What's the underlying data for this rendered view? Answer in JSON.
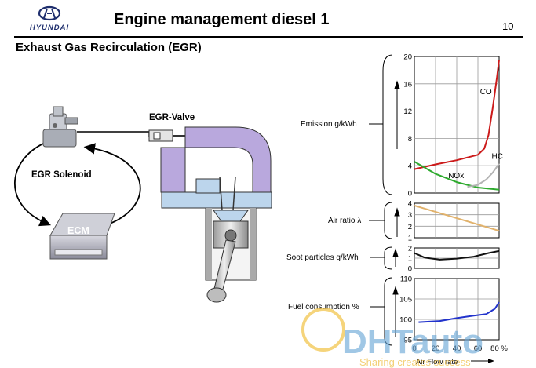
{
  "header": {
    "brand": "HYUNDAI",
    "title": "Engine management diesel 1",
    "page_number": "10",
    "subtitle": "Exhaust Gas Recirculation (EGR)"
  },
  "schematic": {
    "egr_valve_label": "EGR-Valve",
    "egr_solenoid_label": "EGR Solenoid",
    "ecm_label": "ECM"
  },
  "panels": {
    "emission": {
      "label": "Emission g/kWh",
      "ticks": [
        "0",
        "4",
        "8",
        "12",
        "16",
        "20"
      ],
      "ylim": [
        0,
        20
      ],
      "series": [
        {
          "name": "CO",
          "color": "#cc1b1b",
          "x": [
            0,
            1,
            2,
            3,
            3.3,
            3.5,
            3.7,
            3.9,
            4
          ],
          "y": [
            3.5,
            4.2,
            4.8,
            5.6,
            6.5,
            8.5,
            12.5,
            17,
            19.5
          ]
        },
        {
          "name": "NOx",
          "color": "#2eaa2e",
          "x": [
            0,
            1,
            2,
            3,
            4
          ],
          "y": [
            4.6,
            2.8,
            1.6,
            0.8,
            0.5
          ]
        },
        {
          "name": "HC",
          "color": "#b4b4b4",
          "x": [
            2.5,
            3,
            3.4,
            3.7,
            4
          ],
          "y": [
            0.9,
            1.2,
            2.0,
            3.0,
            4.3
          ]
        }
      ]
    },
    "air_ratio": {
      "label": "Air ratio λ",
      "ticks": [
        "1",
        "2",
        "3",
        "4"
      ],
      "ylim": [
        1,
        4
      ],
      "series": [
        {
          "color": "#e1b26c",
          "x": [
            0,
            4
          ],
          "y": [
            3.8,
            1.6
          ]
        }
      ]
    },
    "soot": {
      "label": "Soot particles g/kWh",
      "ticks": [
        "0",
        "1",
        "2"
      ],
      "ylim": [
        0,
        2
      ],
      "series": [
        {
          "color": "#111111",
          "x": [
            0,
            0.5,
            1.2,
            2,
            2.8,
            3.5,
            4
          ],
          "y": [
            1.5,
            1.05,
            0.85,
            0.95,
            1.15,
            1.5,
            1.7
          ]
        }
      ]
    },
    "fuel": {
      "label": "Fuel consumption %",
      "ticks": [
        "95",
        "100",
        "105",
        "110"
      ],
      "ylim": [
        95,
        110
      ],
      "series": [
        {
          "color": "#2233cc",
          "x": [
            0.2,
            1.2,
            2,
            2.8,
            3.4,
            3.8,
            4
          ],
          "y": [
            99.3,
            99.6,
            100.3,
            100.9,
            101.3,
            102.6,
            104.2
          ]
        }
      ]
    },
    "x_axis": {
      "label": "Air Flow rate",
      "ticks": [
        "0",
        "20",
        "40",
        "60",
        "80 %"
      ]
    }
  },
  "watermark": {
    "text": "DHTauto",
    "tagline": "Sharing creates success"
  }
}
